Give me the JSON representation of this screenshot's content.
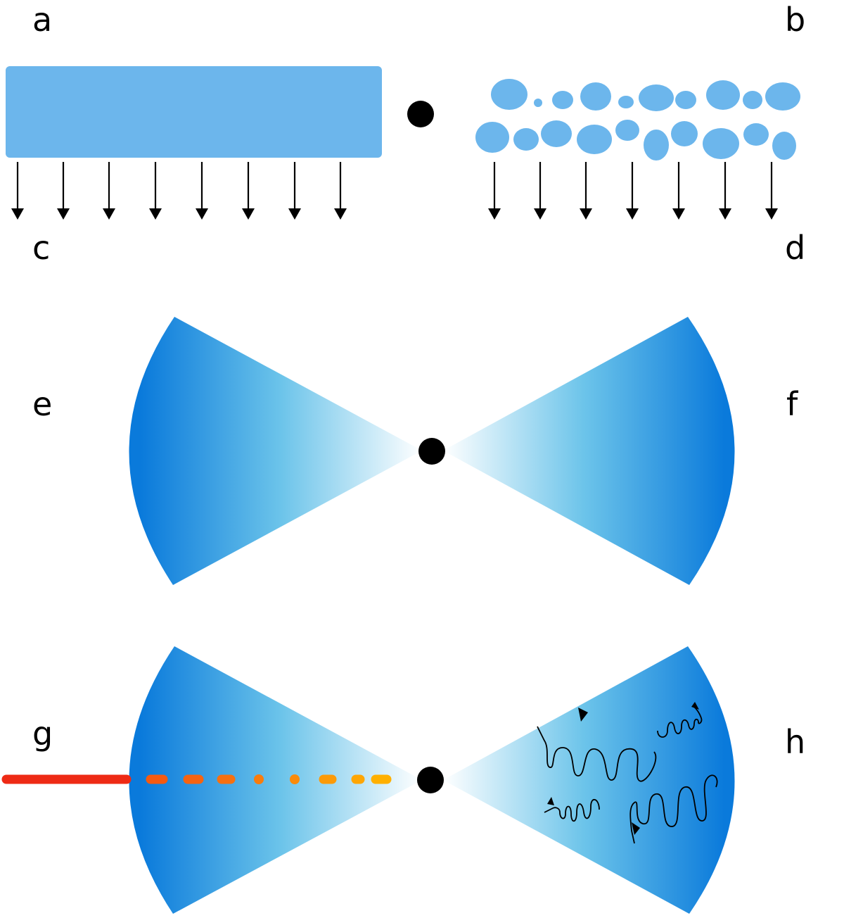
{
  "panel_labels": {
    "a": "a",
    "b": "b",
    "c": "c",
    "d": "d",
    "e": "e",
    "f": "f",
    "g": "g",
    "h": "h"
  },
  "colors": {
    "slab_blue": "#6cb6ec",
    "cone_blue_dark": "#0a7adb",
    "cone_blue_light": "#ffffff",
    "jet_red": "#ee1c1c",
    "jet_yellow": "#ffb700",
    "black_hole": "#000000",
    "arrow": "#000000"
  },
  "icons": {
    "black_hole": "black-hole-dot",
    "outflow": "down-arrow-icon",
    "turbulence": "helix-arrow-icon"
  }
}
